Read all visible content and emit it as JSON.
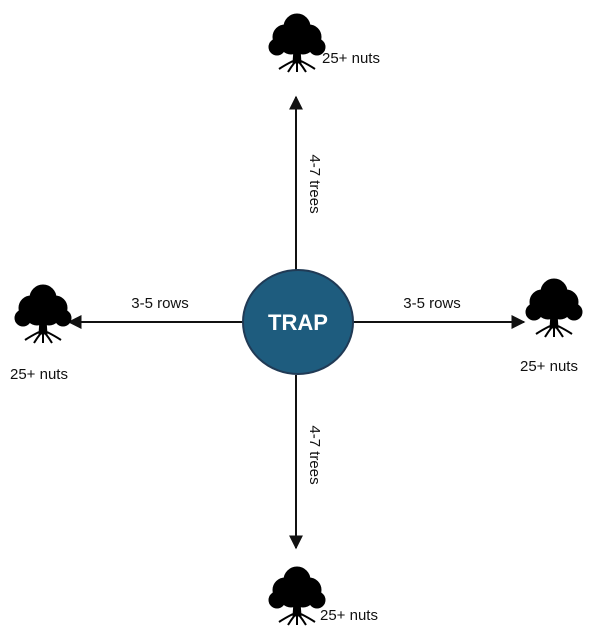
{
  "center": {
    "label": "TRAP",
    "fill": "#1e5c7e",
    "stroke": "#203a55",
    "text_color": "#ffffff"
  },
  "arrows": {
    "up": {
      "label": "4-7 trees"
    },
    "down": {
      "label": "4-7 trees"
    },
    "left": {
      "label": "3-5 rows"
    },
    "right": {
      "label": "3-5 rows"
    }
  },
  "trees": {
    "top": {
      "label": "25+ nuts",
      "icon": "tree-icon"
    },
    "bottom": {
      "label": "25+ nuts",
      "icon": "tree-icon"
    },
    "left": {
      "label": "25+ nuts",
      "icon": "tree-icon"
    },
    "right": {
      "label": "25+ nuts",
      "icon": "tree-icon"
    }
  },
  "colors": {
    "line": "#111111",
    "tree": "#000000"
  }
}
